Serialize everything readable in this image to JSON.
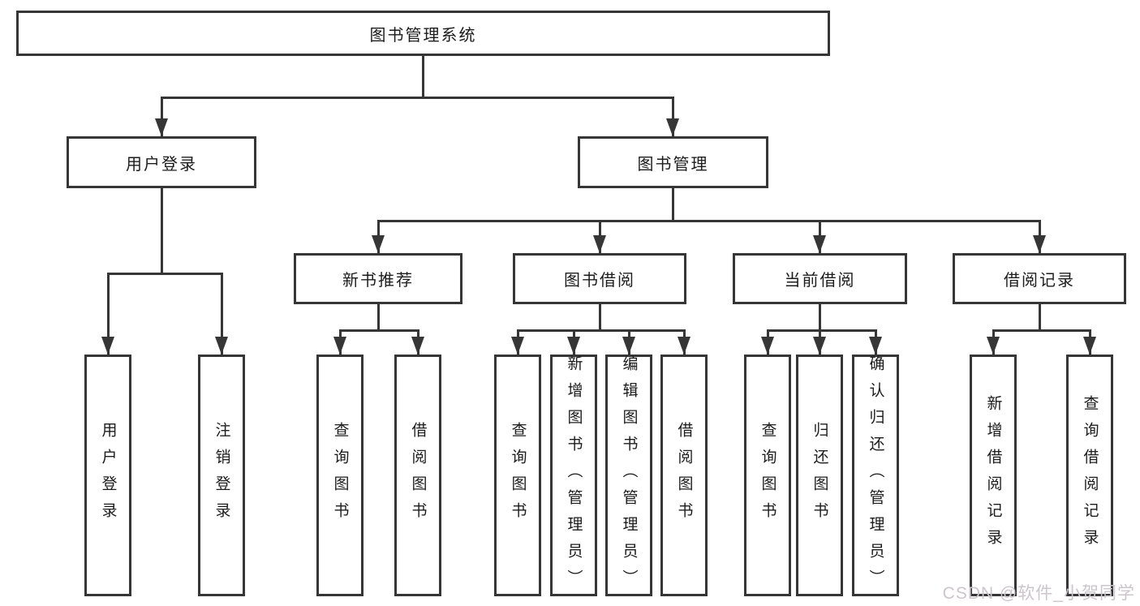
{
  "diagram_type": "hierarchy-tree",
  "colors": {
    "line": "#363636",
    "text": "#1c1c1c",
    "background": "#ffffff",
    "watermark": "#ccc5cc"
  },
  "tree": {
    "label": "图书管理系统",
    "children": [
      {
        "label": "用户登录",
        "children": [
          {
            "label": "用户登录"
          },
          {
            "label": "注销登录"
          }
        ]
      },
      {
        "label": "图书管理",
        "children": [
          {
            "label": "新书推荐",
            "children": [
              {
                "label": "查询图书"
              },
              {
                "label": "借阅图书"
              }
            ]
          },
          {
            "label": "图书借阅",
            "children": [
              {
                "label": "查询图书"
              },
              {
                "label": "新增图书（管理员）"
              },
              {
                "label": "编辑图书（管理员）"
              },
              {
                "label": "借阅图书"
              }
            ]
          },
          {
            "label": "当前借阅",
            "children": [
              {
                "label": "查询图书"
              },
              {
                "label": "归还图书"
              },
              {
                "label": "确认归还（管理员）"
              }
            ]
          },
          {
            "label": "借阅记录",
            "children": [
              {
                "label": "新增借阅记录"
              },
              {
                "label": "查询借阅记录"
              }
            ]
          }
        ]
      }
    ]
  },
  "watermark": {
    "text": "CSDN @软件_小贺同学"
  }
}
